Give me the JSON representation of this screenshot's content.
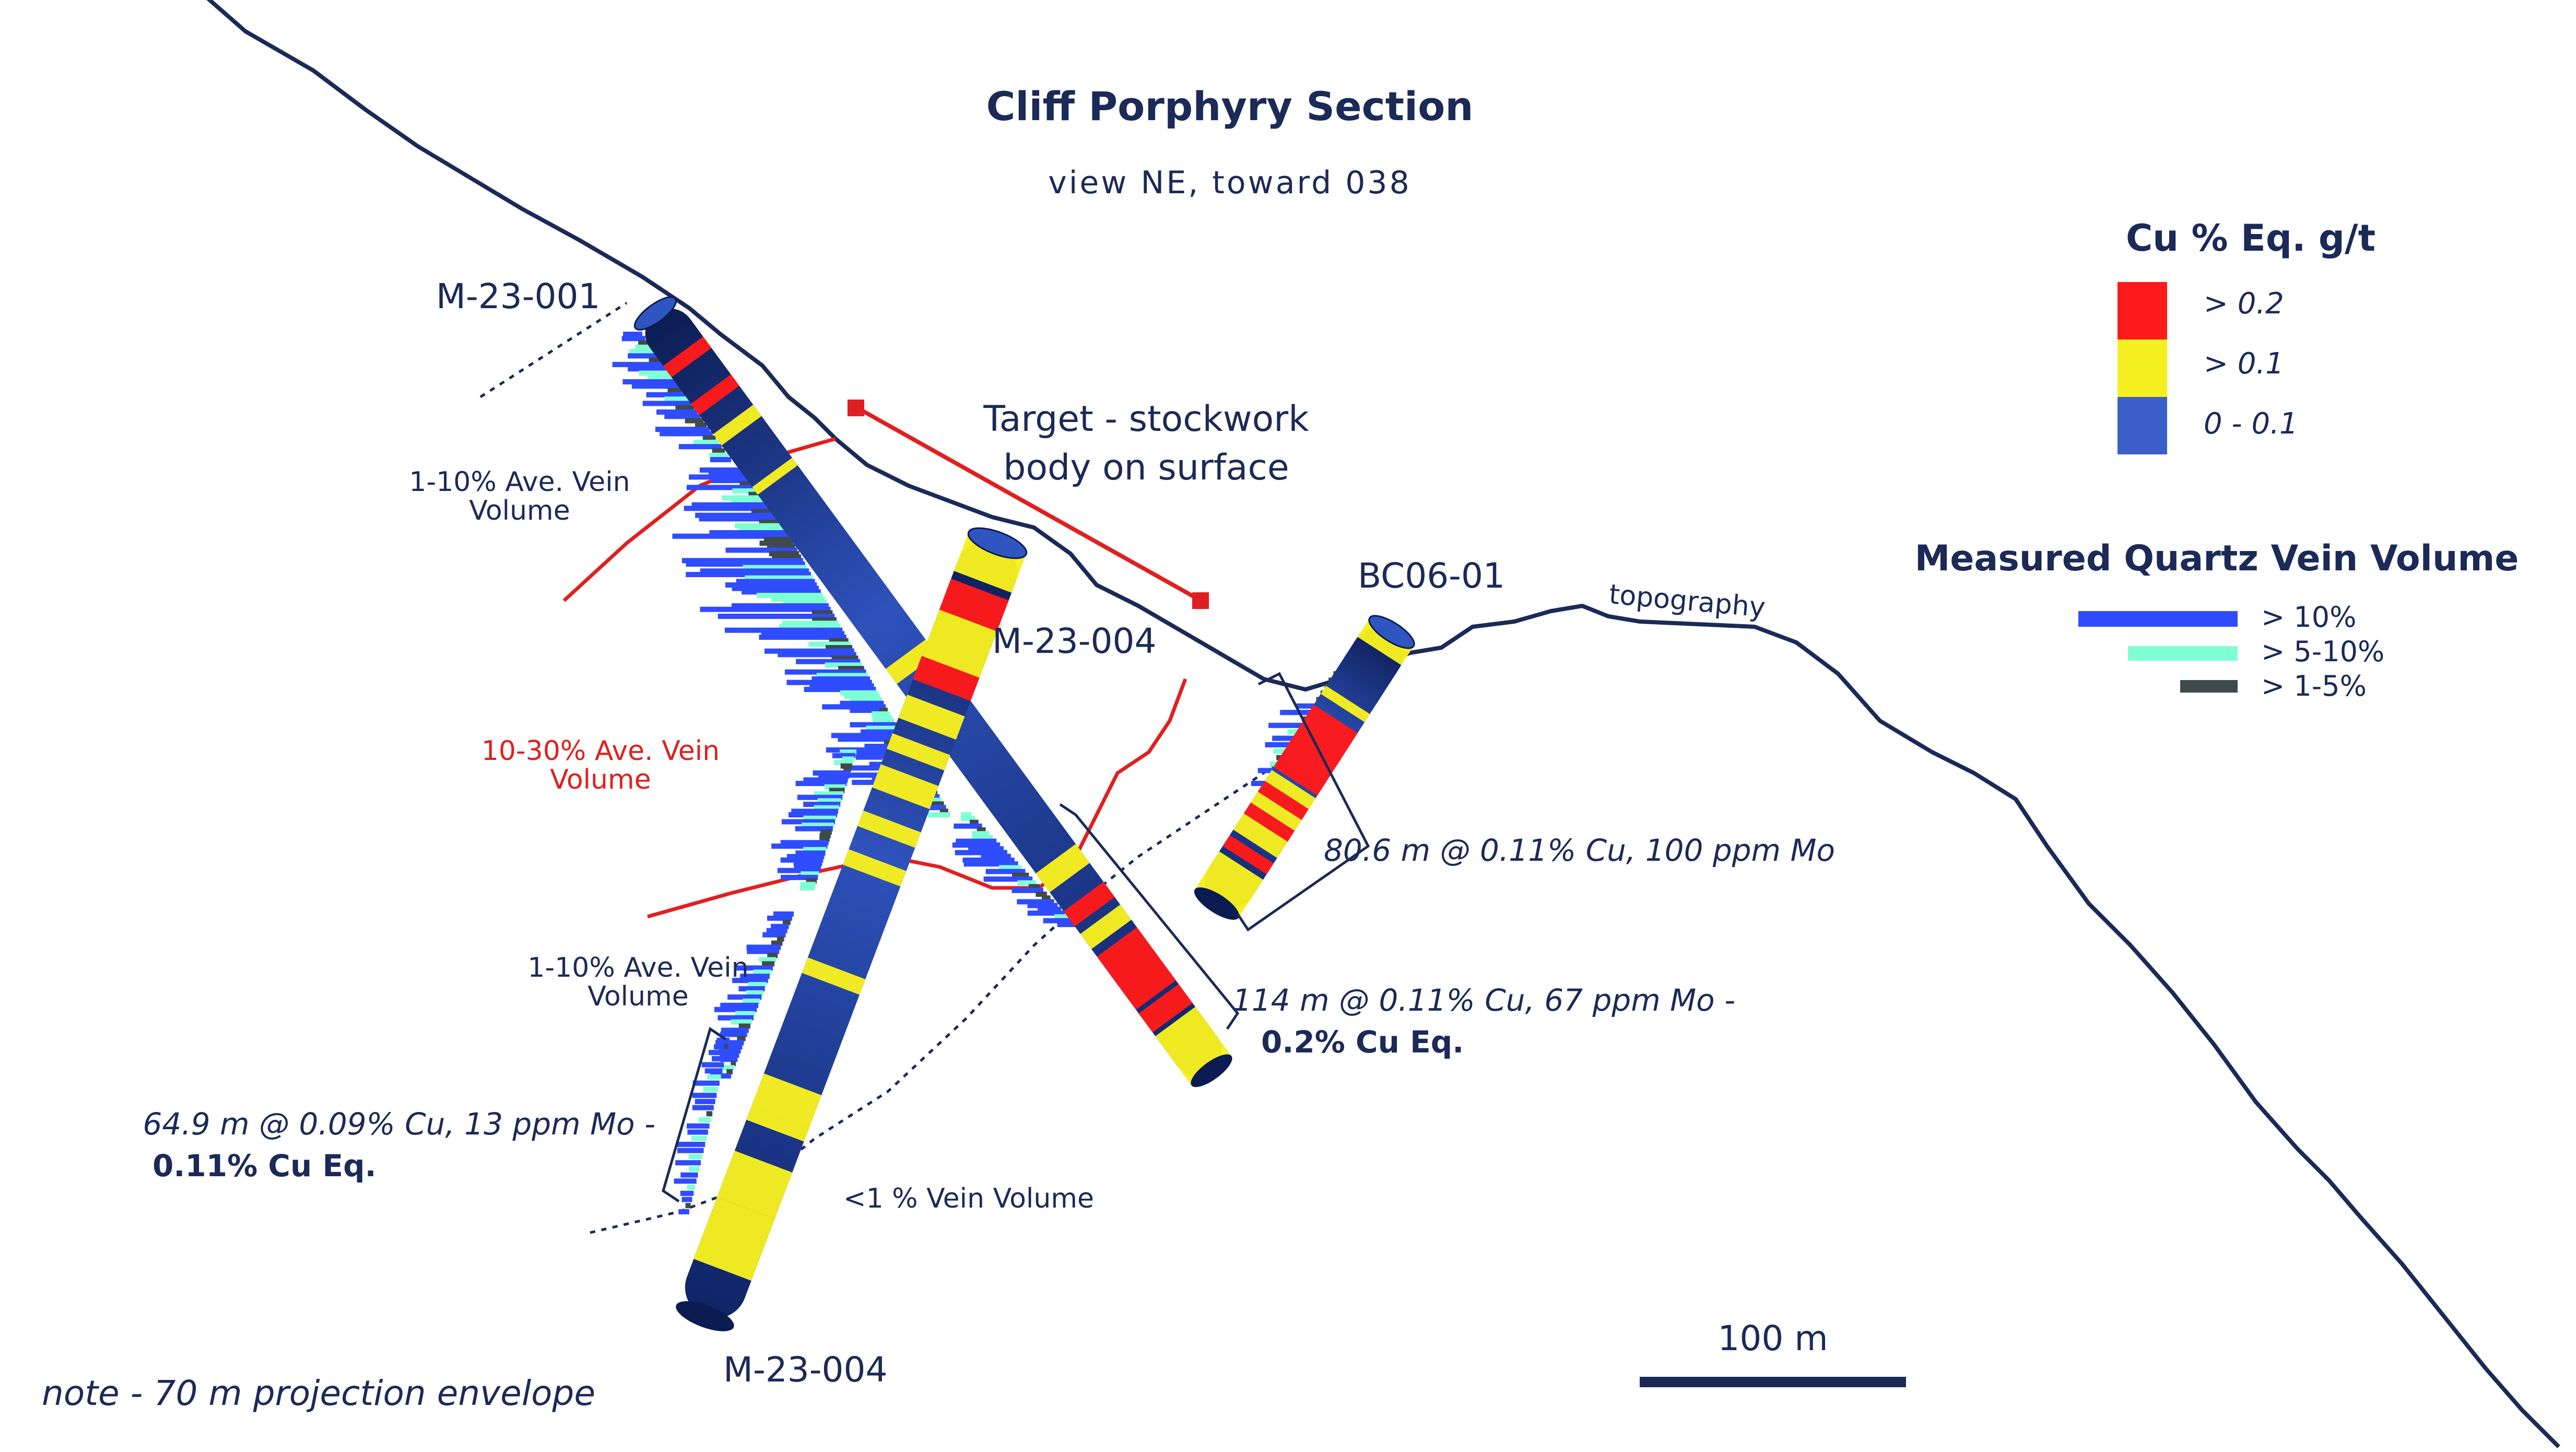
{
  "title": "Cliff Porphyry Section",
  "subtitle": "view NE, toward 038",
  "colors": {
    "navy": "#1b2a57",
    "hole_blue": "#1e3a8a",
    "red": "#ff1a1a",
    "yellow": "#f7f020",
    "legend_blue": "#3a5fc8",
    "vein_blue": "#2f4cff",
    "vein_aqua": "#7fffd4",
    "vein_gray": "#3f4a4a",
    "annotation_red": "#e02020"
  },
  "legend_grade": {
    "title": "Cu % Eq. g/t",
    "items": [
      {
        "label": "> 0.2",
        "color": "#ff1a1a"
      },
      {
        "label": "> 0.1",
        "color": "#f7f020"
      },
      {
        "label": "0 - 0.1",
        "color": "#3a5fc8"
      }
    ]
  },
  "legend_vein": {
    "title": "Measured Quartz Vein Volume",
    "items": [
      {
        "label": ">   10%",
        "color": "#2f4cff"
      },
      {
        "label": ">   5-10%",
        "color": "#7fffd4"
      },
      {
        "label": ">   1-5%",
        "color": "#3f4a4a"
      }
    ]
  },
  "holes": {
    "m23001": "M-23-001",
    "m23004_upper": "M-23-004",
    "m23004_lower": "M-23-004",
    "bc0601": "BC06-01"
  },
  "target": {
    "line1": "Target - stockwork",
    "line2": "body on surface"
  },
  "vein_zones": {
    "upper_left_1": "1-10% Ave. Vein",
    "upper_left_2": "Volume",
    "middle_red_1": "10-30% Ave. Vein",
    "middle_red_2": "Volume",
    "lower_left_1": "1-10% Ave. Vein",
    "lower_left_2": "Volume",
    "low": "<1 % Vein Volume"
  },
  "intercepts": {
    "bc": "80.6 m @ 0.11% Cu, 100 ppm Mo",
    "m001_line1": "114 m @ 0.11% Cu, 67 ppm Mo  -",
    "m001_line2": "0.2% Cu Eq.",
    "m004_line1": "64.9 m @ 0.09% Cu, 13 ppm Mo  -",
    "m004_line2": "0.11% Cu Eq."
  },
  "topography_label": "topography",
  "scale_label": "100 m",
  "note": "note - 70 m projection envelope"
}
